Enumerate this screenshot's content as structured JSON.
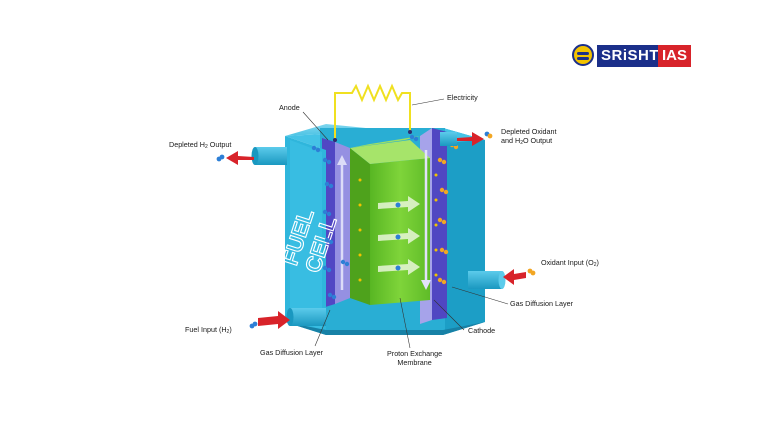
{
  "logo": {
    "main": "SRiSHTi",
    "accent": "IAS"
  },
  "cell_text": {
    "line1": "FUEL",
    "line2": "CELL"
  },
  "labels": {
    "anode": "Anode",
    "electricity": "Electricity",
    "depleted_h2_pre": "Depleted H",
    "depleted_h2_sub": "2",
    "depleted_h2_post": " Output",
    "depleted_oxidant_line1": "Depleted Oxidant",
    "depleted_oxidant_line2_pre": "and H",
    "depleted_oxidant_line2_sub": "2",
    "depleted_oxidant_line2_post": "O Output",
    "oxidant_input_pre": "Oxidant Input (O",
    "oxidant_input_sub": "2",
    "oxidant_input_post": ")",
    "gdl_right": "Gas Diffusion Layer",
    "cathode": "Cathode",
    "fuel_input_pre": "Fuel Input (H",
    "fuel_input_sub": "2",
    "fuel_input_post": ")",
    "gdl_left": "Gas Diffusion Layer",
    "pem_line1": "Proton Exchange",
    "pem_line2": "Membrane"
  },
  "colors": {
    "housing": "#2ab3d8",
    "housing_dark": "#1590b3",
    "gdl": "#5b4fc9",
    "electrode": "#9a9ae6",
    "membrane": "#6dcb2f",
    "arrow_red": "#d8232a",
    "wire": "#f0e020",
    "h2_molecule": "#2d7fd6",
    "o2_molecule": "#f2a623"
  }
}
